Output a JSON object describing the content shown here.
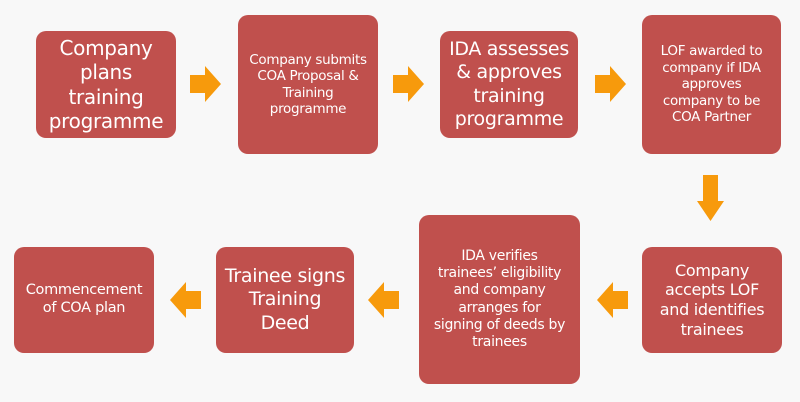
{
  "colors": {
    "box": "#c0504d",
    "arrow": "#f79a0c",
    "background": "#f8f8f8",
    "text": "#ffffff"
  },
  "steps": [
    {
      "lines": [
        "Company",
        "plans",
        "training",
        "programme"
      ]
    },
    {
      "lines": [
        "Company submits",
        "COA Proposal &",
        "Training",
        "programme"
      ]
    },
    {
      "lines": [
        "IDA assesses",
        "& approves",
        "training",
        "programme"
      ]
    },
    {
      "lines": [
        "LOF awarded to",
        "company if IDA",
        "approves",
        "company to be",
        "COA Partner"
      ]
    },
    {
      "lines": [
        "Company",
        "accepts  LOF",
        "and identifies",
        "trainees"
      ]
    },
    {
      "lines": [
        "IDA verifies",
        "trainees’ eligibility",
        "and company",
        "arranges for",
        "signing of deeds by",
        "trainees"
      ]
    },
    {
      "lines": [
        "Trainee signs",
        "Training",
        "Deed"
      ]
    },
    {
      "lines": [
        "Commencement",
        "of  COA plan"
      ]
    }
  ],
  "arrows": [
    "right",
    "right",
    "right",
    "down",
    "left",
    "left",
    "left"
  ]
}
